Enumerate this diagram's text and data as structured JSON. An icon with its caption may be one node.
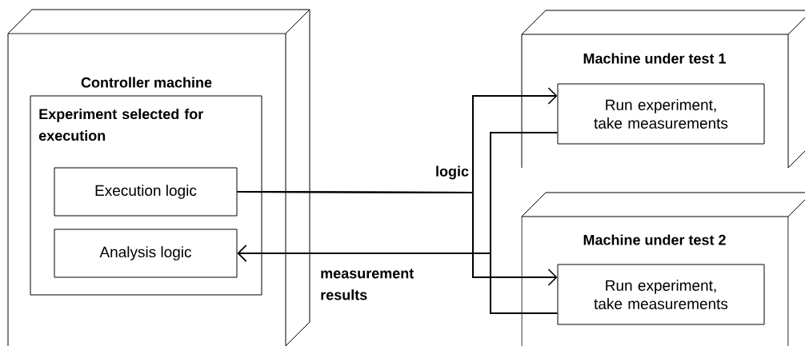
{
  "diagram": {
    "nodes": [
      {
        "text": [
          "Controller machine"
        ]
      },
      {
        "text": [
          "Experiment selected for execution"
        ],
        "in": 0
      },
      {
        "text": [
          "Execution logic"
        ],
        "in": 1
      },
      {
        "text": [
          "Analysis logic"
        ],
        "in": 1
      },
      {
        "text": [
          "Machine under test 1"
        ]
      },
      {
        "text": [
          "Run experiment, take measurements"
        ],
        "in": 4
      },
      {
        "text": [
          "Machine under test 2"
        ]
      },
      {
        "text": [
          "Run experiment, take measurements"
        ],
        "in": 6
      }
    ],
    "edges": [
      {
        "from": 2,
        "to": 5,
        "arrow": "to",
        "label": "logic"
      },
      {
        "from": 2,
        "to": 7,
        "arrow": "to"
      },
      {
        "from": 5,
        "to": 3,
        "arrow": "to",
        "label": "measurement results"
      },
      {
        "from": 7,
        "to": 3,
        "arrow": "to"
      }
    ]
  }
}
